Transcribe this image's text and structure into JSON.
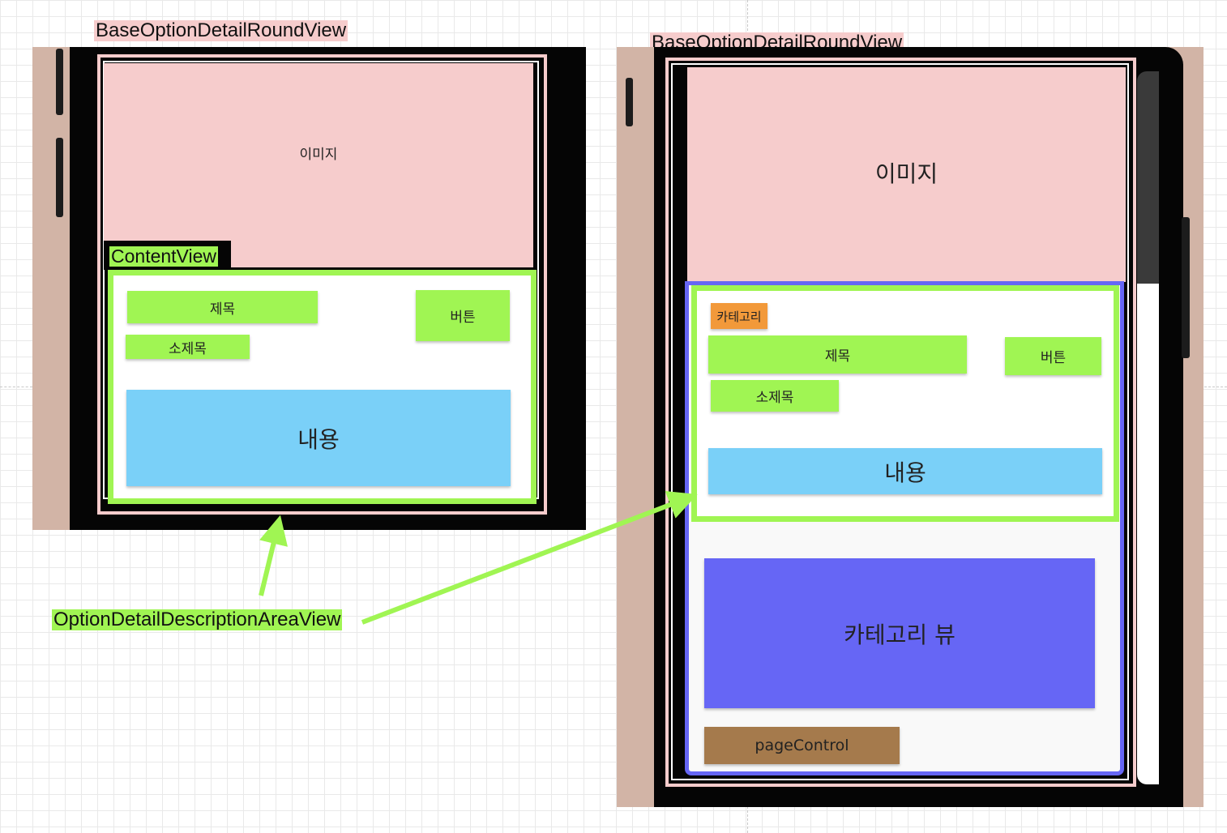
{
  "colors": {
    "pink": "#f6cccc",
    "green": "#a0f553",
    "blue": "#7ad0f8",
    "purple": "#6666f5",
    "orange": "#f2993a",
    "brown": "#a57a4c",
    "phone_frame": "#d2b4a6",
    "phone_body": "#050505"
  },
  "left": {
    "title": "BaseOptionDetailRoundView",
    "content_view_label": "ContentView",
    "image_label": "이미지",
    "title_label": "제목",
    "subtitle_label": "소제목",
    "button_label": "버튼",
    "content_label": "내용"
  },
  "right": {
    "title": "BaseOptionDetailRoundView",
    "image_label": "이미지",
    "category_label": "카테고리",
    "title_label": "제목",
    "subtitle_label": "소제목",
    "button_label": "버튼",
    "content_label": "내용",
    "category_view_label": "카테고리 뷰",
    "page_control_label": "pageControl"
  },
  "annotation": {
    "label": "OptionDetailDescriptionAreaView"
  }
}
